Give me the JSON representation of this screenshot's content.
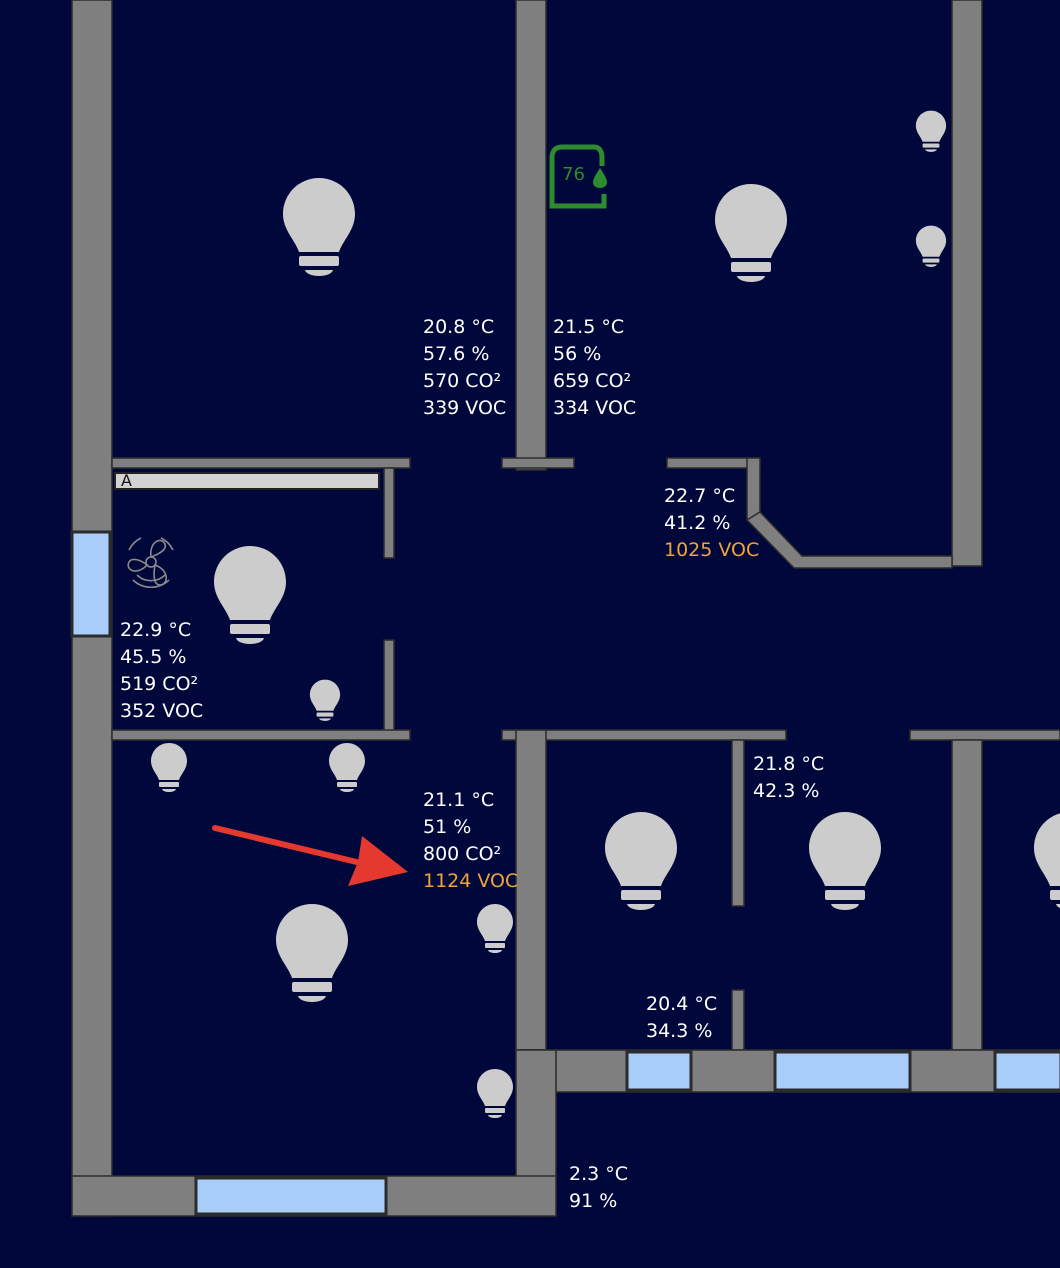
{
  "colors": {
    "background": "#00073b",
    "wall": "#7f7f7f",
    "window": "#a7cdf8",
    "bulb": "#cccccc",
    "text": "#ffffff",
    "warning": "#f0a33a",
    "humidifier": "#2e8b2e",
    "arrow": "#e5392f"
  },
  "label_bar": {
    "text": "A"
  },
  "humidifier": {
    "icon": "humidifier-icon",
    "value": "76"
  },
  "fan": {
    "icon": "fan-icon"
  },
  "sensors": [
    {
      "id": "top-left-room",
      "temperature": "20.8 °C",
      "humidity": "57.6 %",
      "co2": "570 CO²",
      "voc": "339 VOC"
    },
    {
      "id": "top-right-room",
      "temperature": "21.5 °C",
      "humidity": "56 %",
      "co2": "659 CO²",
      "voc": "334 VOC"
    },
    {
      "id": "corner-room",
      "temperature": "22.7 °C",
      "humidity": "41.2 %",
      "voc": "1025 VOC"
    },
    {
      "id": "small-room",
      "temperature": "22.9 °C",
      "humidity": "45.5 %",
      "co2": "519 CO²",
      "voc": "352 VOC"
    },
    {
      "id": "bottom-left-room",
      "temperature": "21.1 °C",
      "humidity": "51 %",
      "co2": "800 CO²",
      "voc": "1124 VOC"
    },
    {
      "id": "bottom-middle-room",
      "temperature": "21.8 °C",
      "humidity": "42.3 %"
    },
    {
      "id": "bathroom",
      "temperature": "20.4 °C",
      "humidity": "34.3 %"
    },
    {
      "id": "outside",
      "temperature": "2.3 °C",
      "humidity": "91 %"
    }
  ],
  "lights": {
    "icon": "light-bulb-icon",
    "count": 14
  }
}
